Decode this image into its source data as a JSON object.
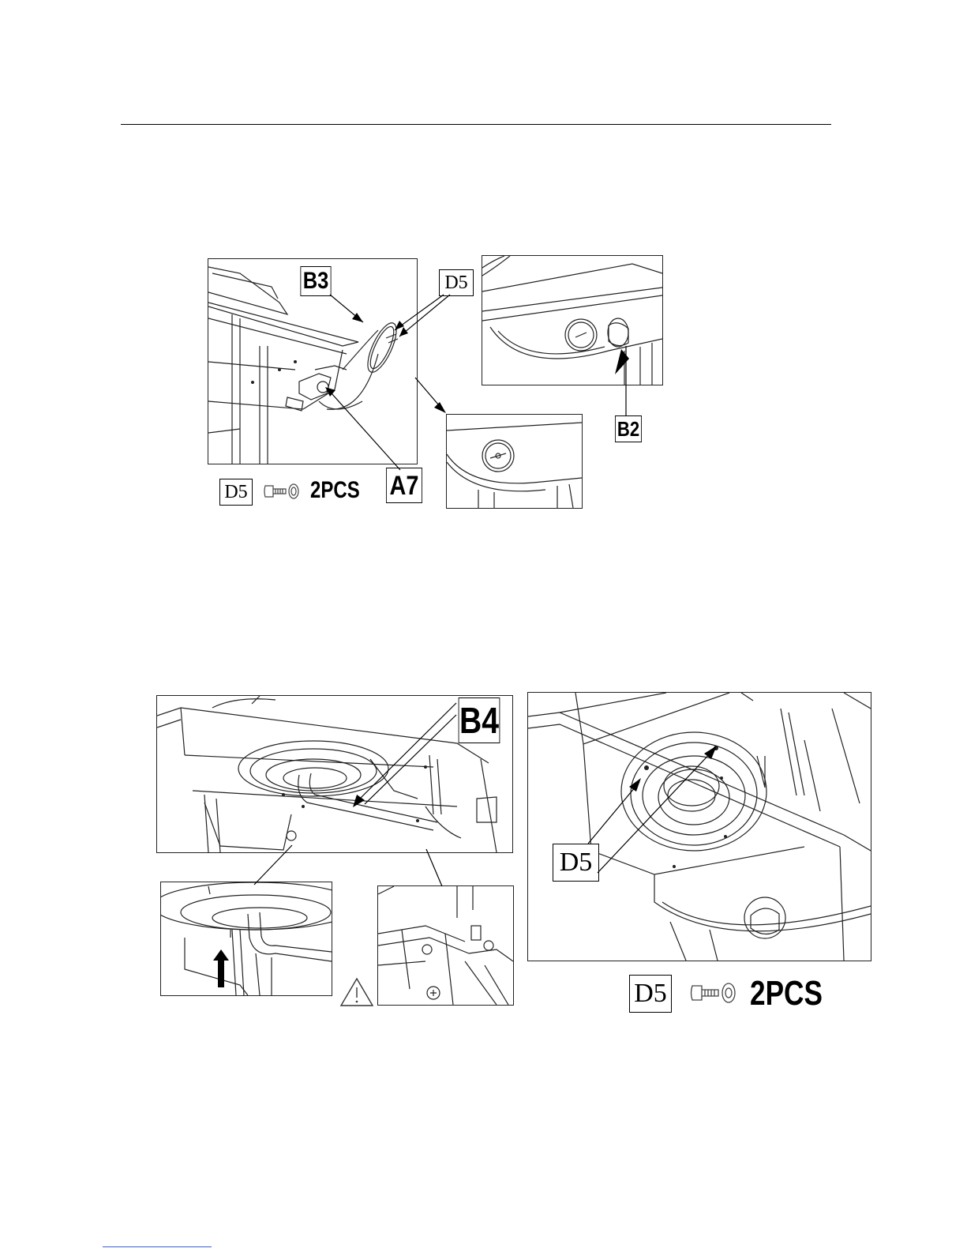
{
  "figure1": {
    "labels": {
      "b3": "B3",
      "d5": "D5",
      "a7": "A7",
      "b2": "B2"
    },
    "parts_legend": {
      "code": "D5",
      "qty": "2PCS"
    }
  },
  "figure2": {
    "labels": {
      "b4": "B4",
      "d5": "D5"
    },
    "parts_legend": {
      "code": "D5",
      "qty": "2PCS"
    }
  },
  "icons": [
    "screw-washer-icon",
    "warning-triangle-icon",
    "up-arrow-icon"
  ]
}
